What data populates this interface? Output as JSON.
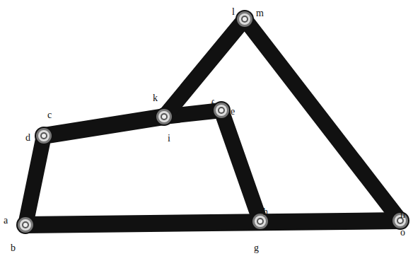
{
  "diagram": {
    "labels": [
      "l",
      "m",
      "k",
      "f",
      "c",
      "e",
      "d",
      "i",
      "h",
      "a",
      "n",
      "o",
      "b",
      "g"
    ]
  }
}
